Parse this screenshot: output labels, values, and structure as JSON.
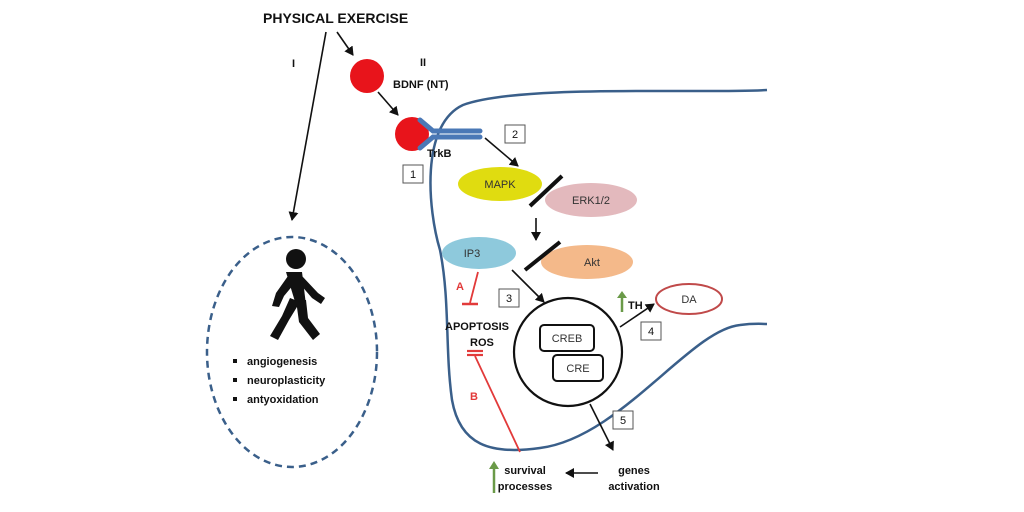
{
  "title": "PHYSICAL EXERCISE",
  "pathway_labels": {
    "one": "I",
    "two": "II"
  },
  "bdnf_label": "BDNF (NT)",
  "receptor_label": "TrkB",
  "nodes": {
    "mapk": "MAPK",
    "erk": "ERK1/2",
    "ip3": "IP3",
    "akt": "Akt",
    "creb": "CREB",
    "cre": "CRE",
    "da": "DA",
    "th": "TH"
  },
  "steps": [
    "1",
    "2",
    "3",
    "4",
    "5"
  ],
  "inhibition_labels": {
    "a": "A",
    "b": "B"
  },
  "apoptosis_label": "APOPTOSIS",
  "ros_label": "ROS",
  "survival_label": [
    "survival",
    "processes"
  ],
  "genes_label": [
    "genes",
    "activation"
  ],
  "benefits": [
    "angiogenesis",
    "neuroplasticity",
    "antyoxidation"
  ],
  "colors": {
    "bdnf": "#e8141b",
    "receptor": "#4a78b6",
    "membrane": "#3a5f8a",
    "mapk": "#e0dc10",
    "erk": "#e3b9bd",
    "ip3": "#8ec9dc",
    "akt": "#f4b98a",
    "inhibit": "#e23a3a",
    "up_arrow": "#6a9a48",
    "da_border": "#c04a4a"
  },
  "icons": {
    "person": "walking-person-icon"
  }
}
